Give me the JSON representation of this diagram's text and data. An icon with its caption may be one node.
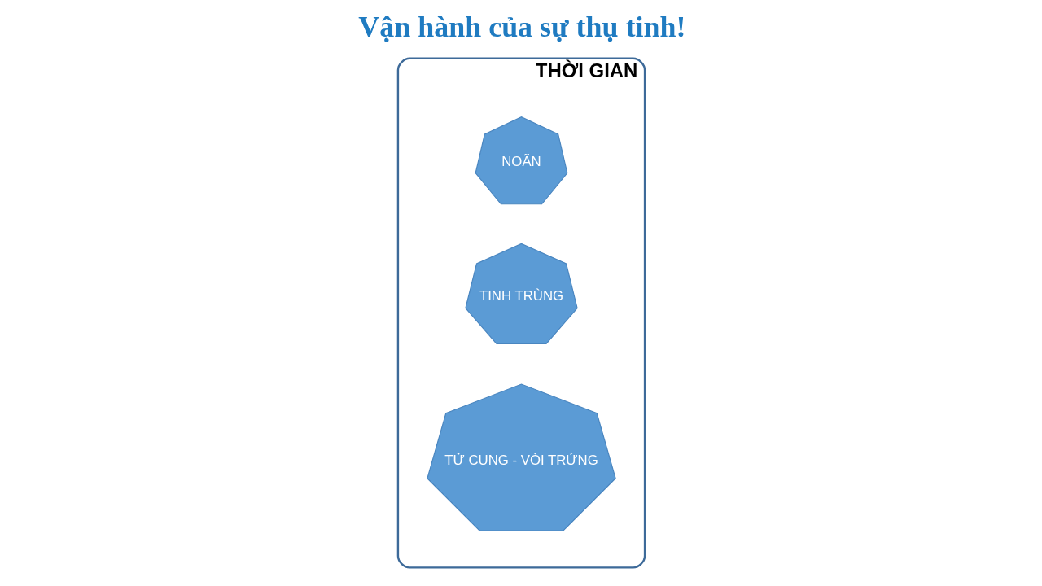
{
  "diagram": {
    "title": "Vận hành của sự thụ tinh!",
    "nodes": [
      {
        "text": [
          "THỜI GIAN"
        ]
      },
      {
        "text": [
          "NOÃN"
        ],
        "in": 0
      },
      {
        "text": [
          "TINH TRÙNG"
        ],
        "in": 0
      },
      {
        "text": [
          "TỬ CUNG - VÒI TRỨNG"
        ],
        "in": 0
      }
    ]
  }
}
